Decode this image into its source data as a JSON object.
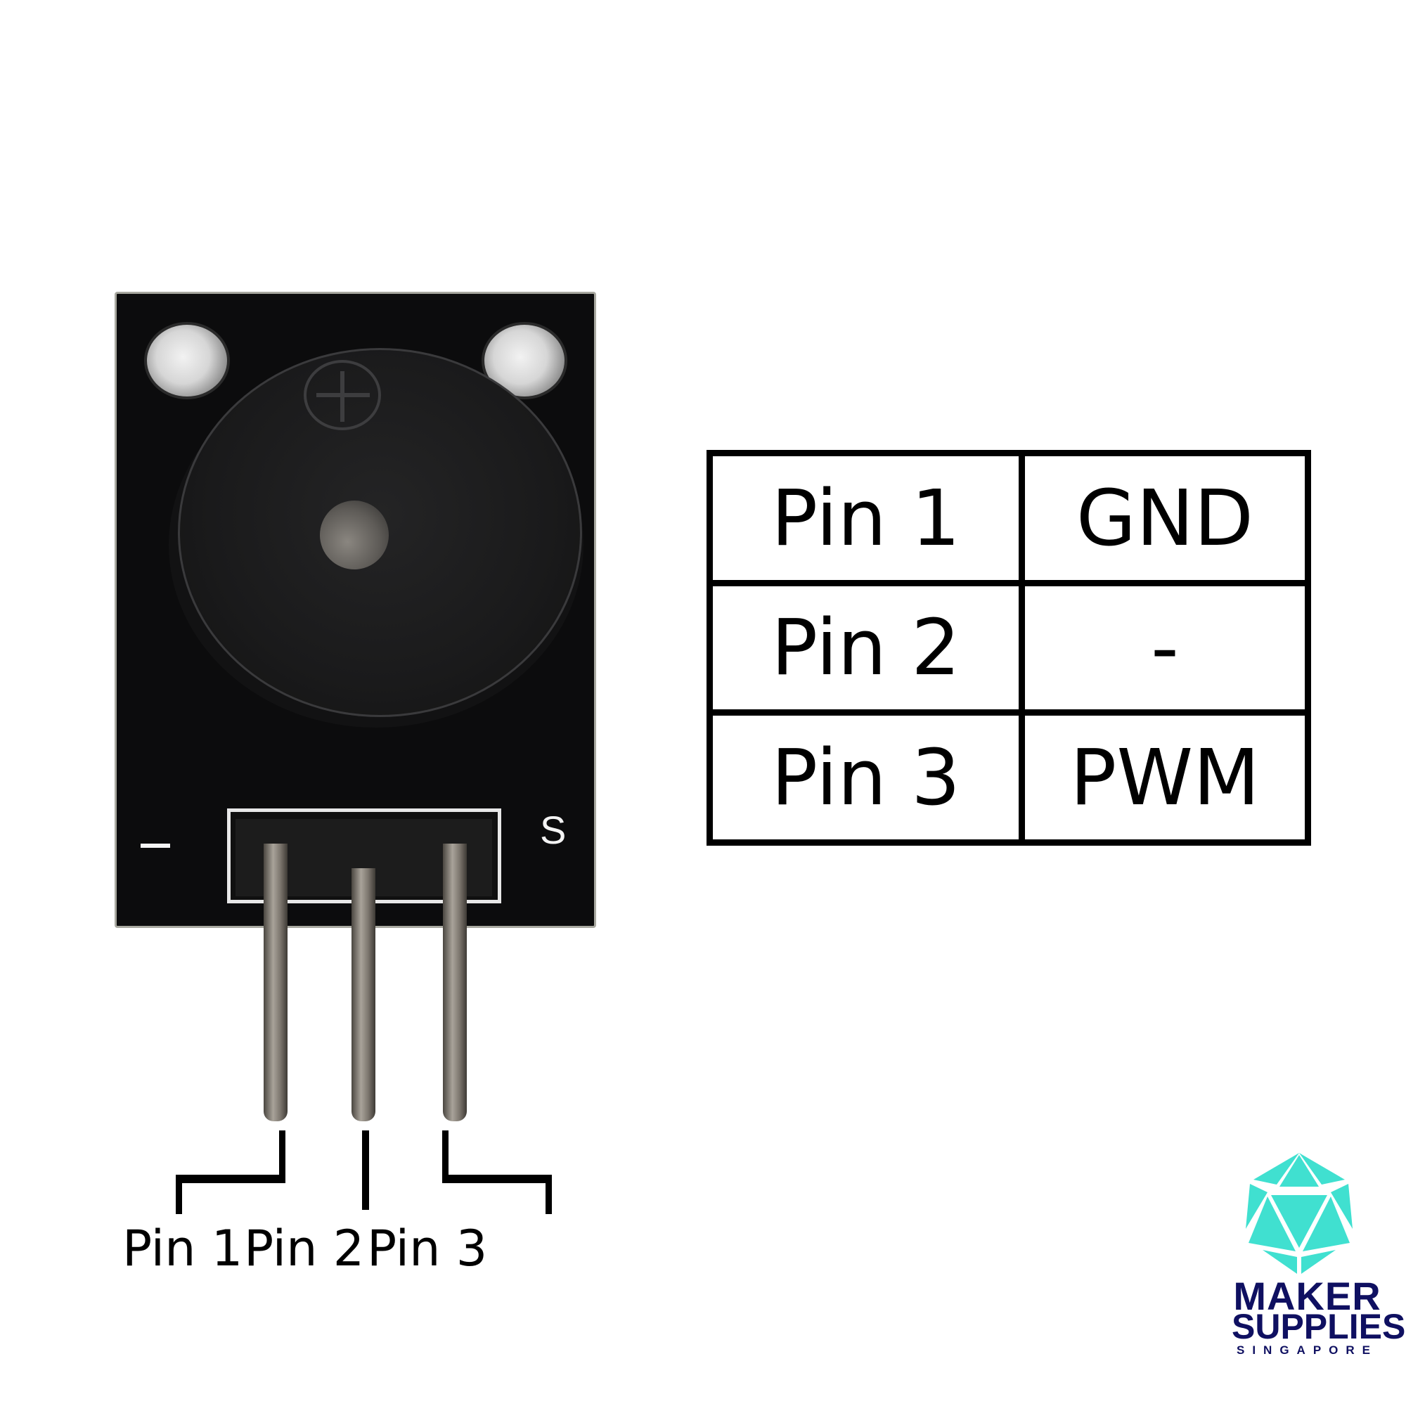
{
  "diagram": {
    "subject": "Passive buzzer module",
    "board_silkscreen": {
      "left_mark": "−",
      "right_mark": "S"
    },
    "pin_callouts": [
      {
        "label": "Pin 1"
      },
      {
        "label": "Pin 2"
      },
      {
        "label": "Pin 3"
      }
    ],
    "pin_table": {
      "rows": [
        {
          "pin": "Pin 1",
          "function": "GND"
        },
        {
          "pin": "Pin 2",
          "function": "-"
        },
        {
          "pin": "Pin 3",
          "function": "PWM"
        }
      ]
    },
    "logo": {
      "line1": "MAKER",
      "line2": "SUPPLIES",
      "line3": "SINGAPORE",
      "brand_color": "#0f1061",
      "icon_color": "#40e0d0"
    }
  }
}
